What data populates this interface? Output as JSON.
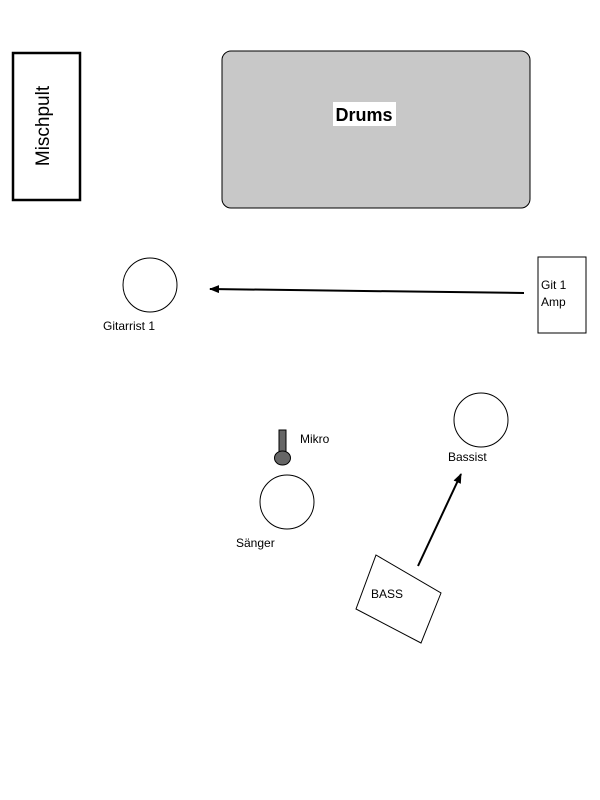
{
  "diagram": {
    "mixer": {
      "label": "Mischpult"
    },
    "drums": {
      "label": "Drums"
    },
    "guitarist": {
      "label": "Gitarrist 1"
    },
    "guitar_amp": {
      "label_line1": "Git 1",
      "label_line2": "Amp"
    },
    "mic": {
      "label": "Mikro"
    },
    "singer": {
      "label": "Sänger"
    },
    "bassist": {
      "label": "Bassist"
    },
    "bass_amp": {
      "label": "BASS"
    }
  },
  "colors": {
    "drums_fill": "#c8c8c8",
    "mic_fill": "#666666",
    "line": "#000000",
    "background": "#ffffff"
  }
}
